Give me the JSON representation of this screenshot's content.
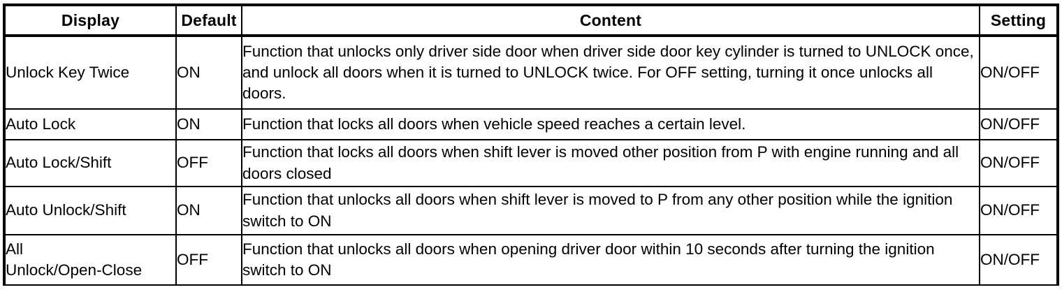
{
  "table": {
    "headers": {
      "display": "Display",
      "default": "Default",
      "content": "Content",
      "setting": "Setting"
    },
    "rows": [
      {
        "display": "Unlock Key Twice",
        "display_line2": "",
        "default": "ON",
        "content": "Function that unlocks only driver side door when driver side door key cylinder is turned to UNLOCK once, and unlock all doors when it is turned to UNLOCK twice. For OFF setting, turning it once unlocks all doors.",
        "setting": "ON/OFF"
      },
      {
        "display": "Auto Lock",
        "display_line2": "",
        "default": "ON",
        "content": "Function that locks all doors when vehicle speed reaches a certain level.",
        "setting": "ON/OFF"
      },
      {
        "display": "Auto Lock/Shift",
        "display_line2": "",
        "default": "OFF",
        "content": "Function that locks all doors when shift lever is moved other position from P with engine running and all doors closed",
        "setting": "ON/OFF"
      },
      {
        "display": "Auto Unlock/Shift",
        "display_line2": "",
        "default": "ON",
        "content": "Function that unlocks all doors when shift lever is moved to P from any other position while the ignition switch to ON",
        "setting": "ON/OFF"
      },
      {
        "display": "All",
        "display_line2": "Unlock/Open-Close",
        "default": "OFF",
        "content": "Function that unlocks all doors when opening driver door within 10 seconds after turning the ignition switch to ON",
        "setting": "ON/OFF"
      }
    ]
  },
  "colors": {
    "border": "#000000",
    "text": "#000000",
    "background": "#ffffff"
  }
}
